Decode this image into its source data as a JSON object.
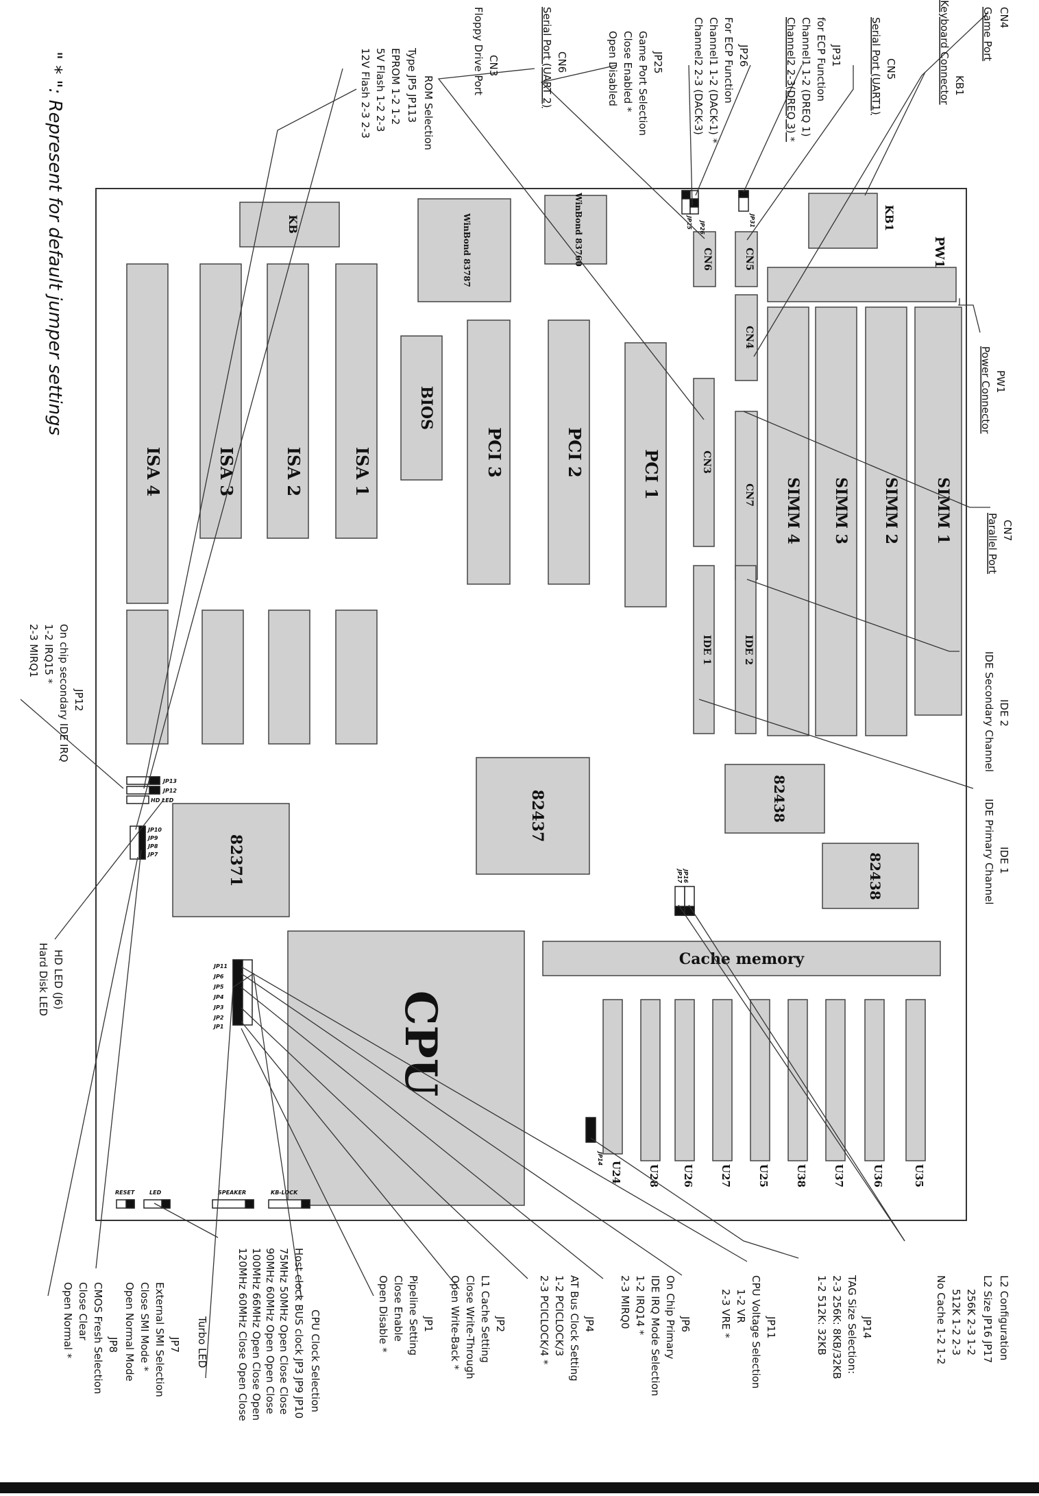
{
  "colors": {
    "paper": "#ffffff",
    "ink": "#111111",
    "chip_fill": "#d0d0d0",
    "board_line": "#333333",
    "jumper_dark": "#111111"
  },
  "board": {
    "components": {
      "kb1": "KB1",
      "pw1": "PW1",
      "cn5": "CN5",
      "cn6": "CN6",
      "cn4": "CN4",
      "cn7": "CN7",
      "cn3": "CN3",
      "simm1": "SIMM 1",
      "simm2": "SIMM 2",
      "simm3": "SIMM 3",
      "simm4": "SIMM 4",
      "winbond1": "WinBond 83760",
      "winbond2": "WinBond 83787",
      "kb_chip": "KB",
      "bios": "BIOS",
      "pci1": "PCI 1",
      "pci2": "PCI 2",
      "pci3": "PCI 3",
      "isa1": "ISA 1",
      "isa2": "ISA 2",
      "isa3": "ISA 3",
      "isa4": "ISA 4",
      "ide1": "IDE 1",
      "ide2": "IDE 2",
      "c82438": "82438",
      "c82437": "82437",
      "c82371": "82371",
      "cpu": "CPU",
      "cache": "Cache memory",
      "u24": "U24",
      "u28": "U28",
      "u26": "U26",
      "u27": "U27",
      "u25": "U25",
      "u38": "U38",
      "u37": "U37",
      "u36": "U36",
      "u35": "U35"
    },
    "jumper_labels": {
      "jp31": "JP31",
      "jp26": "JP26",
      "jp25": "JP25",
      "jp16": "JP16",
      "jp17": "JP17",
      "jp14": "JP14",
      "jp13": "JP13",
      "jp12": "JP12",
      "hdled": "HD LED",
      "jp10": "JP10",
      "jp9": "JP9",
      "jp8": "JP8",
      "jp7": "JP7",
      "jp11": "JP11",
      "jp6": "JP6",
      "jp5": "JP5",
      "jp4": "JP4",
      "jp3": "JP3",
      "jp2": "JP2",
      "jp1": "JP1",
      "reset": "RESET",
      "led": "LED",
      "speaker": "SPEAKER",
      "kblock": "KB-LOCK"
    }
  },
  "callouts": {
    "cn4": [
      "CN4",
      "Game Port"
    ],
    "kb1": [
      "KB1",
      "Keyboard Connector"
    ],
    "cn5": [
      "CN5",
      "Serial Port (UART1)"
    ],
    "jp31": [
      "JP31",
      "for ECP Function",
      "Channel1  1-2 (DREQ 1)",
      "Channel2  2-3(DREQ 3) *"
    ],
    "jp26": [
      "JP26",
      "For ECP Function",
      "Channel1 1-2 (DACK-1) *",
      "Channel2  2-3 (DACK-3)"
    ],
    "jp25": [
      "JP25",
      "Game Port Selection",
      "Close  Enabled *",
      "Open   Disabled"
    ],
    "cn6": [
      "CN6",
      "Serial Port (UART 2)"
    ],
    "cn3": [
      "CN3",
      "Floppy Drive Port"
    ],
    "rom": [
      "ROM Selection",
      "Type      JP5  JP113",
      "EPROM    1-2   1-2",
      "5V Flash   1-2   2-3",
      "12V Flash  2-3   2-3"
    ],
    "footnote": "\" * \": Represent for default jumper settings",
    "pw1": [
      "PW1",
      "Power Connector"
    ],
    "cn7": [
      "CN7",
      "Parallel Port"
    ],
    "ide2": [
      "IDE 2",
      "IDE Secondary Channel"
    ],
    "ide1": [
      "IDE 1",
      "IDE Primary Channel"
    ],
    "jp12": [
      "JP12",
      "On chip secondary IDE IRQ",
      "1-2      IRQ15 *",
      "2-3      MIRQ1"
    ],
    "hdled": [
      "HD LED (J6)",
      "Hard Disk LED"
    ],
    "l2": [
      "L2 Configuration",
      "L2 Size   JP16  JP17",
      "256K     2-3   1-2",
      "512K     1-2   2-3",
      "No Cache  1-2   1-2"
    ],
    "jp14": [
      "JP14",
      "TAG Size Selection:",
      "2-3   256K: 8KB/32KB",
      "1-2   512K: 32KB"
    ],
    "jp11": [
      "JP11",
      "CPU Voltage Selection",
      "1-2     VR",
      "2-3     VRE  *"
    ],
    "jp6": [
      "JP6",
      "On Chip Primary",
      "IDE IRQ Mode Selection",
      "1-2    IRQ14 *",
      "2-3    MIRQ0"
    ],
    "jp4": [
      "JP4",
      "AT Bus Clock Setting",
      "1-2    PCICLOCK/3",
      "2-3    PCICLOCK/4 *"
    ],
    "jp2": [
      "JP2",
      "L1 Cache Setting",
      "Close  Write-Through",
      "Open   Write-Back *"
    ],
    "jp1": [
      "JP1",
      "Pipeline Setting",
      "Close  Enable",
      "Open   Disable *"
    ],
    "clock": [
      "CPU Clock Selection",
      "Host clock  BUS clock  JP3   JP9   JP10",
      "75MHz      50MHz     Open  Close Close",
      "90MHz      60MHz     Open  Open  Close",
      "100MHz     66MHz     Open  Close Open",
      "120MHz     60MHz     Close Open  Close"
    ],
    "turbo": [
      "Turbo LED"
    ],
    "jp7": [
      "JP7",
      "External SMI Selection",
      "Close  SMI Mode *",
      "Open   Normal Mode"
    ],
    "jp8": [
      "JP8",
      "CMOS Fresh Selection",
      "Close  Clear",
      "Open   Normal *"
    ]
  }
}
